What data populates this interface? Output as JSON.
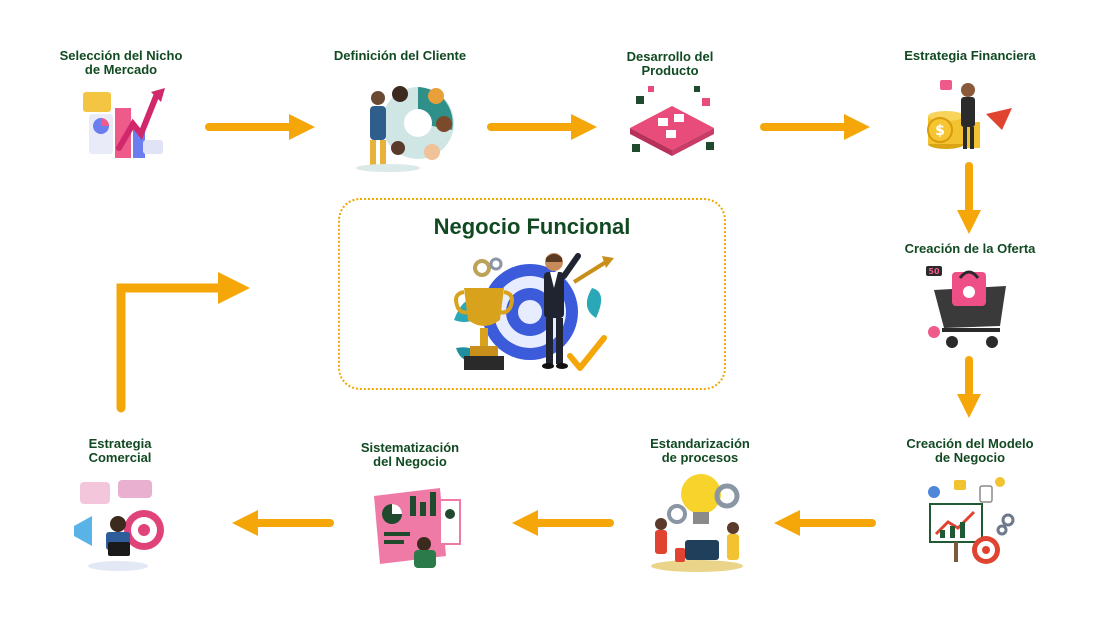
{
  "center": {
    "title": "Negocio Funcional"
  },
  "steps": [
    {
      "label": "Selección del Nicho\nde Mercado"
    },
    {
      "label": "Definición del Cliente"
    },
    {
      "label": "Desarrollo del\nProducto"
    },
    {
      "label": "Estrategia Financiera"
    },
    {
      "label": "Creación de la Oferta"
    },
    {
      "label": "Creación del Modelo\nde Negocio"
    },
    {
      "label": "Estandarización\nde procesos"
    },
    {
      "label": "Sistematización\ndel Negocio"
    },
    {
      "label": "Estrategia\nComercial"
    }
  ],
  "colors": {
    "arrow": "#f5a70a",
    "text": "#114a22",
    "accent_pink": "#ee5b8a",
    "accent_blue": "#3b5bdb"
  }
}
